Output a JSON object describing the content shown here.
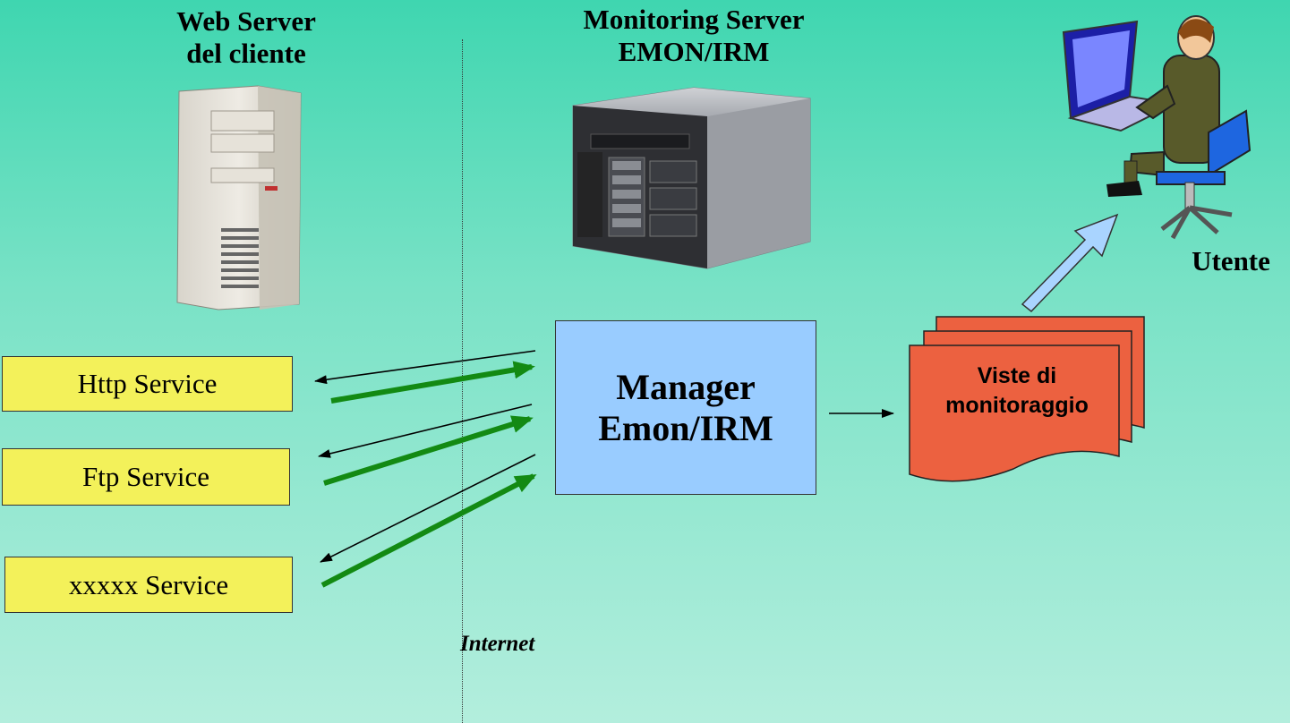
{
  "web_server": {
    "line1": "Web Server",
    "line2": "del cliente"
  },
  "monitoring_server": {
    "line1": "Monitoring Server",
    "line2": "EMON/IRM"
  },
  "user": {
    "label": "Utente"
  },
  "services": [
    "Http Service",
    "Ftp Service",
    "xxxxx Service"
  ],
  "manager": {
    "line1": "Manager",
    "line2": "Emon/IRM"
  },
  "views": {
    "line1": "Viste di",
    "line2": "monitoraggio"
  },
  "internet_label": "Internet",
  "colors": {
    "service_fill": "#f3f15a",
    "manager_fill": "#99ccff",
    "views_fill": "#ec6140",
    "green_arrow": "#138a13",
    "blue_arrow": "#a9d4ff"
  }
}
